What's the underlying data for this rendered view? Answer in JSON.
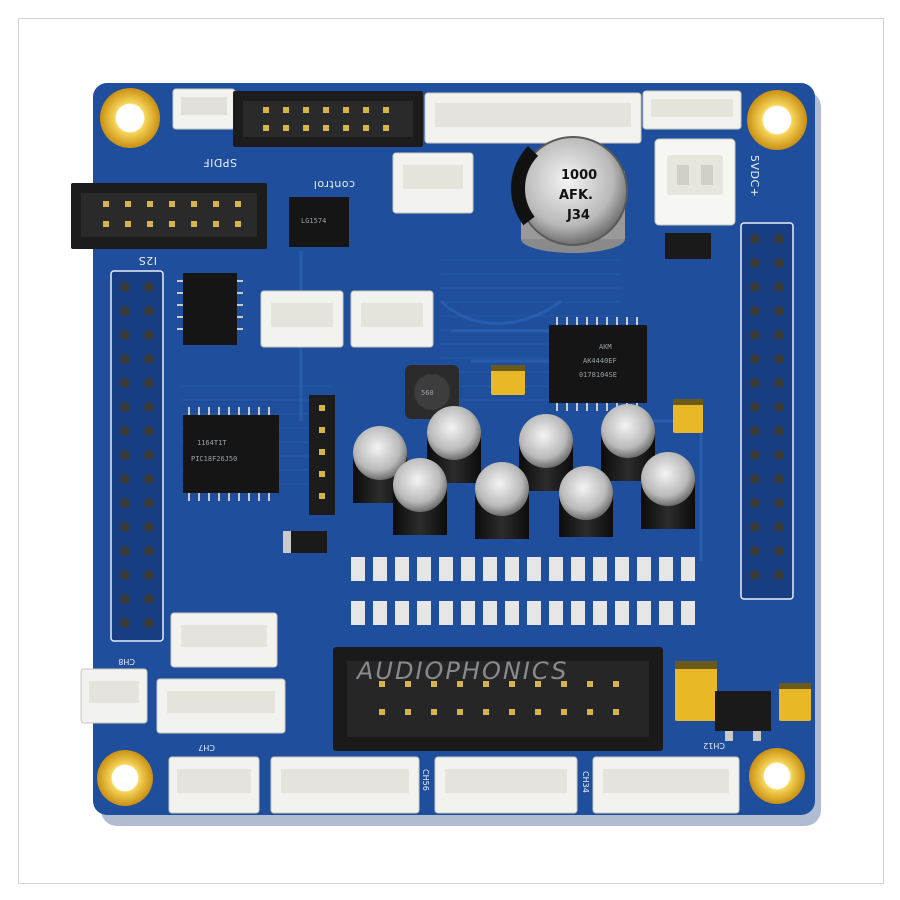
{
  "image": {
    "subject": "audio-dac-circuit-board",
    "colors": {
      "pcb": "#1f4f9c",
      "pcb_dark": "#173e82",
      "trace": "#2a5fb0",
      "silkscreen": "#e8eef7",
      "connector": "#f2f2ee",
      "header": "#1c1c1c",
      "pin": "#d8b34a",
      "gold_pad": "#d9a520",
      "capacitor": "#1a1a1a",
      "tantalum": "#e8b826"
    }
  },
  "board": {
    "labels": {
      "spdif": "SPDIF",
      "control": "control",
      "i2s": "I2S",
      "power": "5VDC+",
      "ch8": "CH8",
      "ch7": "CH7",
      "ch56": "CH56",
      "ch34": "CH34",
      "ch12": "CH12"
    },
    "big_cap": {
      "line1": "1000",
      "line2": "AFK.",
      "line3": "J34"
    },
    "chips": {
      "dac": "AKM",
      "dac_part": "AK4440EF",
      "dac_code": "0178104SE",
      "mcu": "PIC18F26J50",
      "mcu_code": "1164T1T",
      "inductor": "560"
    },
    "watermark": "AUDIOPHONICS"
  }
}
